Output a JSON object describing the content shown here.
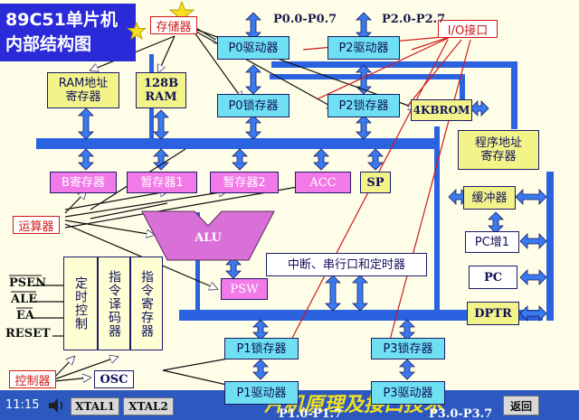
{
  "title": {
    "line1": "89C51单片机",
    "line2": "内部结构图"
  },
  "callouts": {
    "storage": "存储器",
    "io": "I/O接口",
    "alu_group": "运算器",
    "controller": "控制器"
  },
  "port_labels": {
    "p0": "P0.0-P0.7",
    "p2": "P2.0-P2.7",
    "p1": "P1.0-P1.7",
    "p3": "P3.0-P3.7"
  },
  "blocks": {
    "p0_driver": "P0驱动器",
    "p2_driver": "P2驱动器",
    "ram_addr_line1": "RAM地址",
    "ram_addr_line2": "寄存器",
    "ram_line1": "128B",
    "ram_line2": "RAM",
    "p0_latch": "P0锁存器",
    "p2_latch": "P2锁存器",
    "rom": "4KBROM",
    "prog_addr_line1": "程序地址",
    "prog_addr_line2": "寄存器",
    "b_reg": "B寄存器",
    "temp1": "暂存器1",
    "temp2": "暂存器2",
    "acc": "ACC",
    "sp": "SP",
    "buffer": "缓冲器",
    "alu": "ALU",
    "pc_inc": "PC增1",
    "interrupt": "中断、串行口和定时器",
    "pc": "PC",
    "psw": "PSW",
    "dptr": "DPTR",
    "timing_ctrl": "定时控制",
    "instr_decoder": "指令译码器",
    "instr_reg": "指令寄存器",
    "p1_latch": "P1锁存器",
    "p3_latch": "P3锁存器",
    "osc": "OSC",
    "p1_driver": "P1驱动器",
    "p3_driver": "P3驱动器"
  },
  "signals": {
    "psen": "PSEN",
    "ale": "ALE",
    "ea": "EA",
    "reset": "RESET"
  },
  "bottom": {
    "time": "11:15",
    "xtal1": "XTAL1",
    "xtal2": "XTAL2",
    "watermark": "片机原理及接口技术",
    "back": "返回"
  },
  "colors": {
    "bus_blue": "#2a62e0",
    "module_cyan": "#6fe0f2",
    "module_yellow": "#f2f48a",
    "module_pink": "#f27ae8",
    "callout_red": "#d01818",
    "title_blue": "#2a2ad8",
    "background": "#fdfde8"
  }
}
